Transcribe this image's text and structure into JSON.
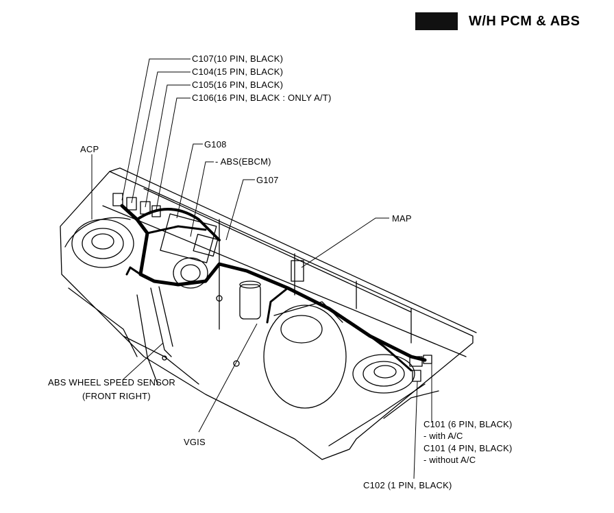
{
  "header": {
    "title": "W/H PCM & ABS"
  },
  "labels": {
    "c107": "C107(10 PIN, BLACK)",
    "c104": "C104(15 PIN, BLACK)",
    "c105": "C105(16 PIN, BLACK)",
    "c106": "C106(16 PIN, BLACK : ONLY A/T)",
    "acp": "ACP",
    "g108": "G108",
    "abs_ebcm": "- ABS(EBCM)",
    "g107": "G107",
    "map": "MAP",
    "abs_wheel_sensor_1": "ABS WHEEL SPEED SENSOR",
    "abs_wheel_sensor_2": "(FRONT RIGHT)",
    "vgis": "VGIS",
    "c101_6pin": "C101 (6 PIN, BLACK)",
    "c101_6pin_note": "- with A/C",
    "c101_4pin": "C101 (4 PIN, BLACK)",
    "c101_4pin_note": "- without A/C",
    "c102": "C102 (1 PIN, BLACK)"
  }
}
